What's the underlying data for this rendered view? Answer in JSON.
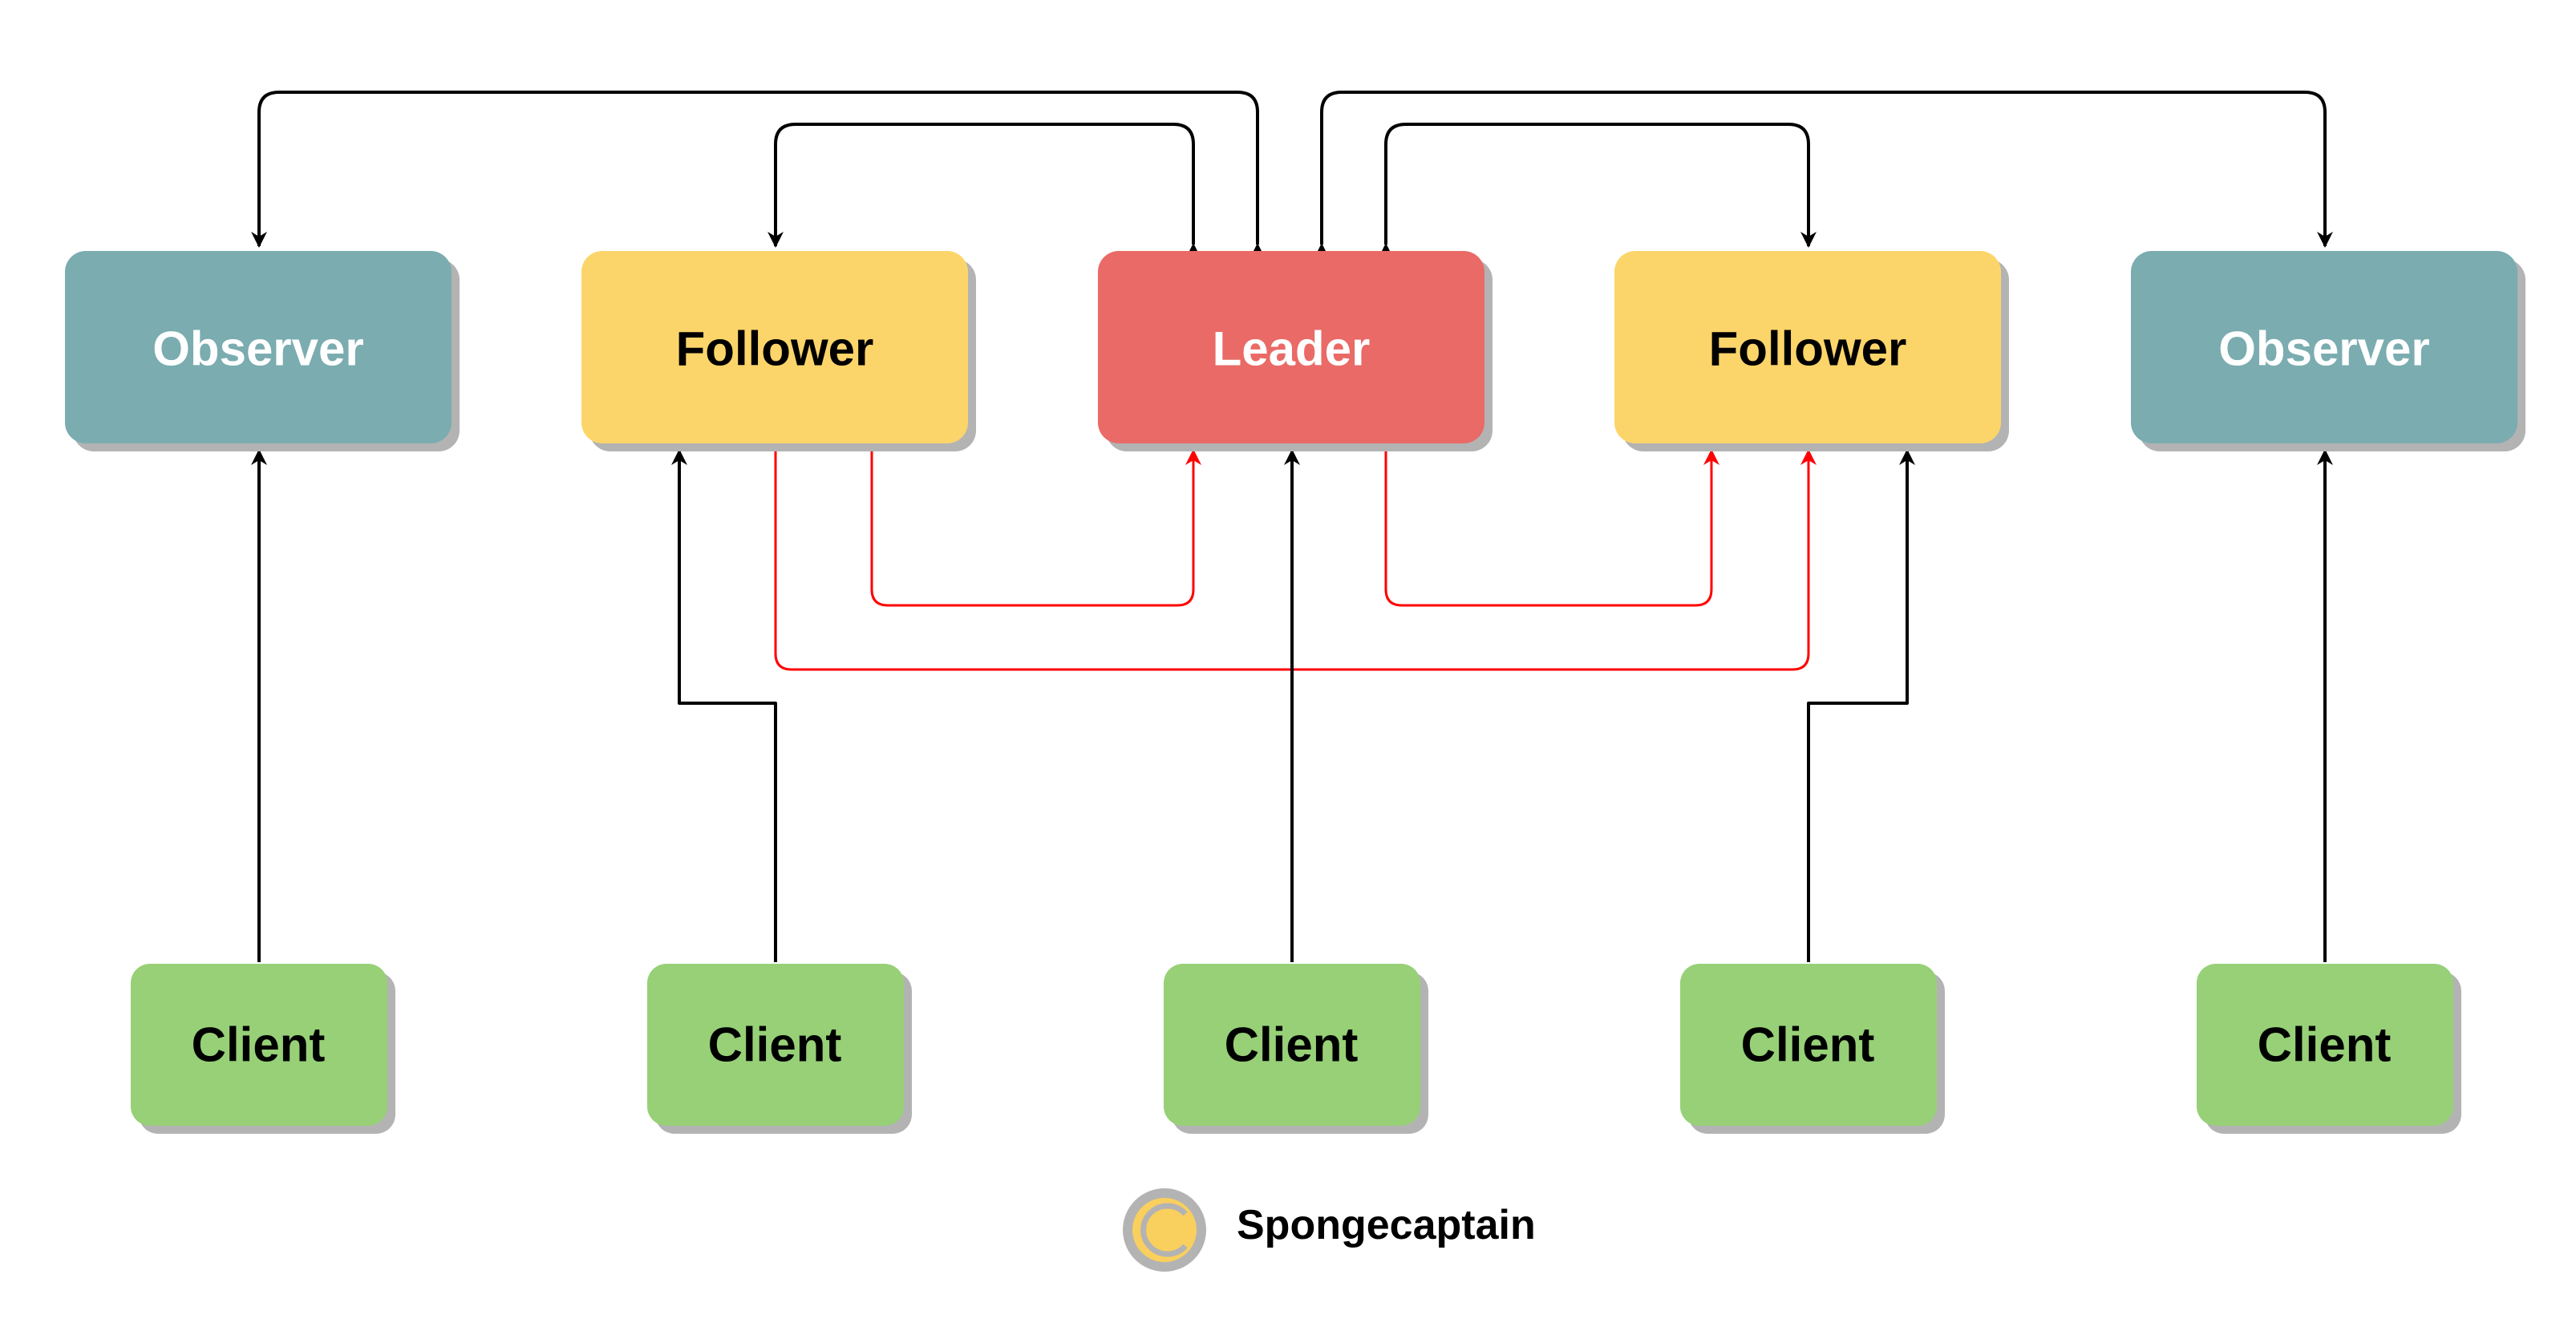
{
  "colors": {
    "observer": "#7aacb0",
    "follower": "#fcd56a",
    "leader": "#e96a66",
    "client": "#97d077",
    "shadow": "#b3b3b3",
    "black_arrow": "#000000",
    "red_arrow": "#ff0000",
    "watermark_ring": "#b3b3b3",
    "watermark_fill": "#f9cf5e"
  },
  "nodes": {
    "observer_left": {
      "label": "Observer",
      "role": "observer"
    },
    "follower_left": {
      "label": "Follower",
      "role": "follower"
    },
    "leader": {
      "label": "Leader",
      "role": "leader"
    },
    "follower_right": {
      "label": "Follower",
      "role": "follower"
    },
    "observer_right": {
      "label": "Observer",
      "role": "observer"
    }
  },
  "clients": [
    {
      "label": "Client"
    },
    {
      "label": "Client"
    },
    {
      "label": "Client"
    },
    {
      "label": "Client"
    },
    {
      "label": "Client"
    }
  ],
  "watermark": {
    "text": "Spongecaptain",
    "icon": "copyright-icon"
  }
}
